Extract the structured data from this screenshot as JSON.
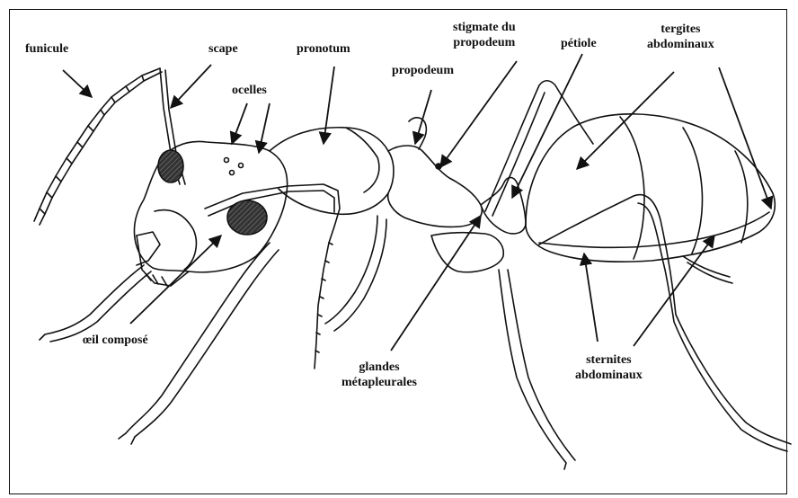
{
  "diagram": {
    "labels": {
      "funicule": "funicule",
      "scape": "scape",
      "ocelles": "ocelles",
      "pronotum": "pronotum",
      "propodeum": "propodeum",
      "stigmate_line1": "stigmate du",
      "stigmate_line2": "propodeum",
      "petiole": "pétiole",
      "tergites_line1": "tergites",
      "tergites_line2": "abdominaux",
      "oeil": "œil composé",
      "glandes_line1": "glandes",
      "glandes_line2": "métapleurales",
      "sternites_line1": "sternites",
      "sternites_line2": "abdominaux"
    },
    "colors": {
      "ink": "#111111",
      "paper": "#ffffff"
    }
  }
}
